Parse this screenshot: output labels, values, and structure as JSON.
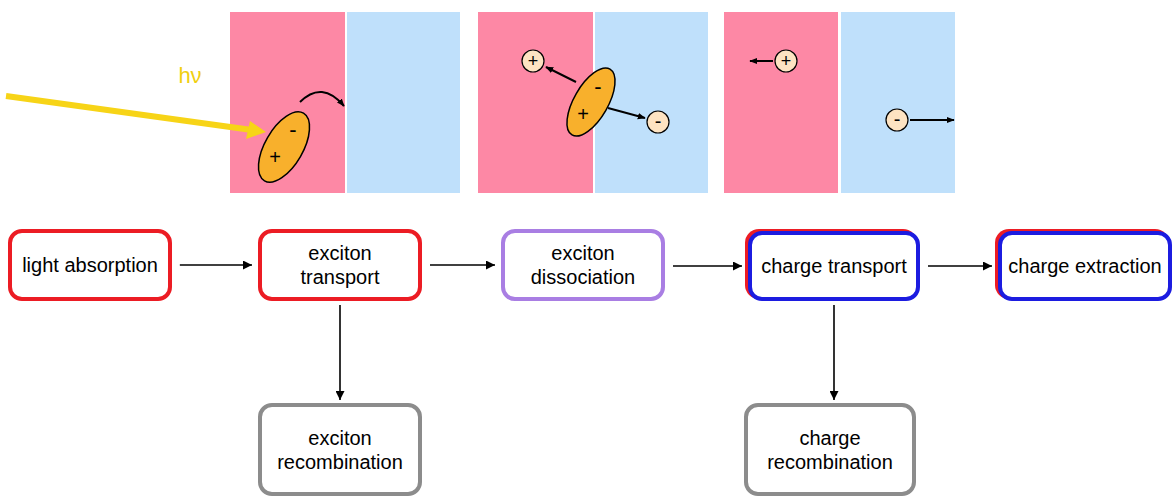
{
  "diagram": {
    "nodes": [
      {
        "text": [
          "light absorption"
        ]
      },
      {
        "text": [
          "exciton transport"
        ]
      },
      {
        "text": [
          "exciton dissociation"
        ]
      },
      {
        "text": [
          "charge transport"
        ]
      },
      {
        "text": [
          "charge extraction"
        ]
      },
      {
        "text": [
          "exciton recombination"
        ]
      },
      {
        "text": [
          "charge recombination"
        ]
      }
    ],
    "edges": [
      {
        "from": 0,
        "to": 1,
        "arrow": "to"
      },
      {
        "from": 1,
        "to": 2,
        "arrow": "to"
      },
      {
        "from": 2,
        "to": 3,
        "arrow": "to"
      },
      {
        "from": 3,
        "to": 4,
        "arrow": "to"
      },
      {
        "from": 1,
        "to": 5,
        "arrow": "to"
      },
      {
        "from": 3,
        "to": 6,
        "arrow": "to"
      }
    ],
    "labels": [
      "hν",
      "-",
      "+",
      "+",
      "-",
      "+",
      "-",
      "+",
      "-"
    ]
  }
}
